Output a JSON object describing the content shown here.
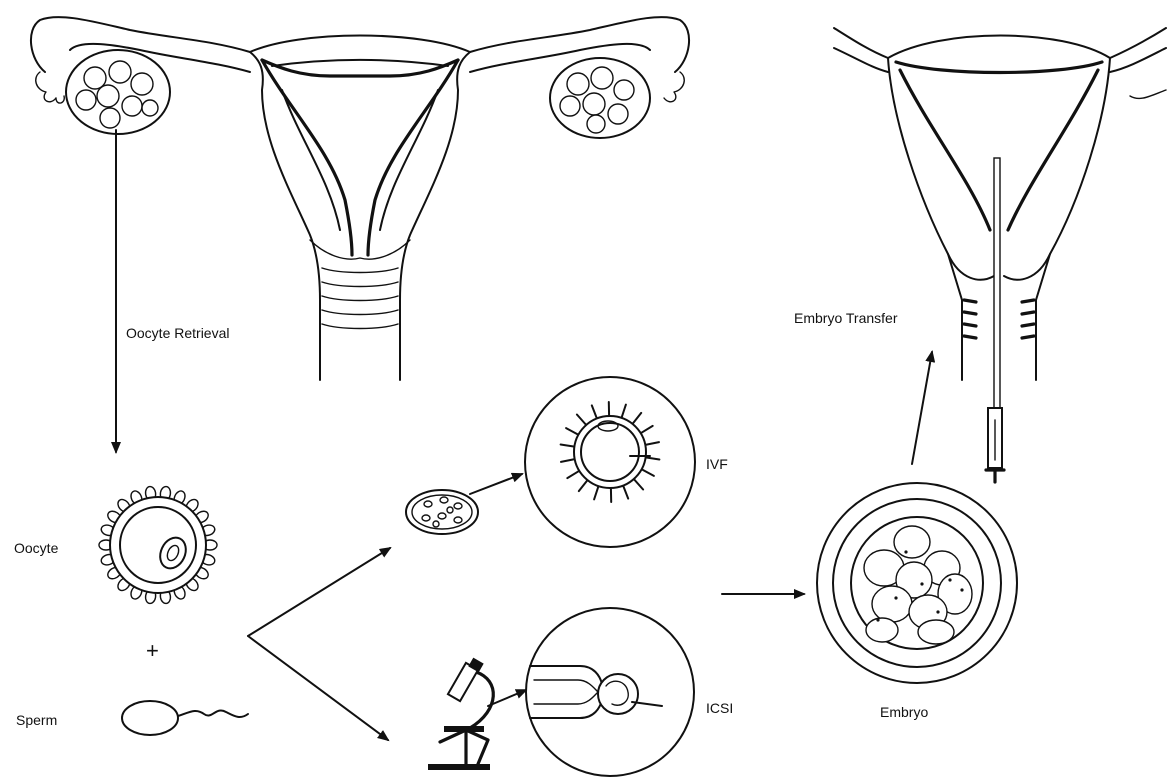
{
  "labels": {
    "oocyte_retrieval": "Oocyte Retrieval",
    "oocyte": "Oocyte",
    "plus": "+",
    "sperm": "Sperm",
    "ivf": "IVF",
    "icsi": "ICSI",
    "embryo": "Embryo",
    "embryo_transfer": "Embryo Transfer"
  },
  "colors": {
    "ink": "#111111",
    "background": "#ffffff"
  }
}
